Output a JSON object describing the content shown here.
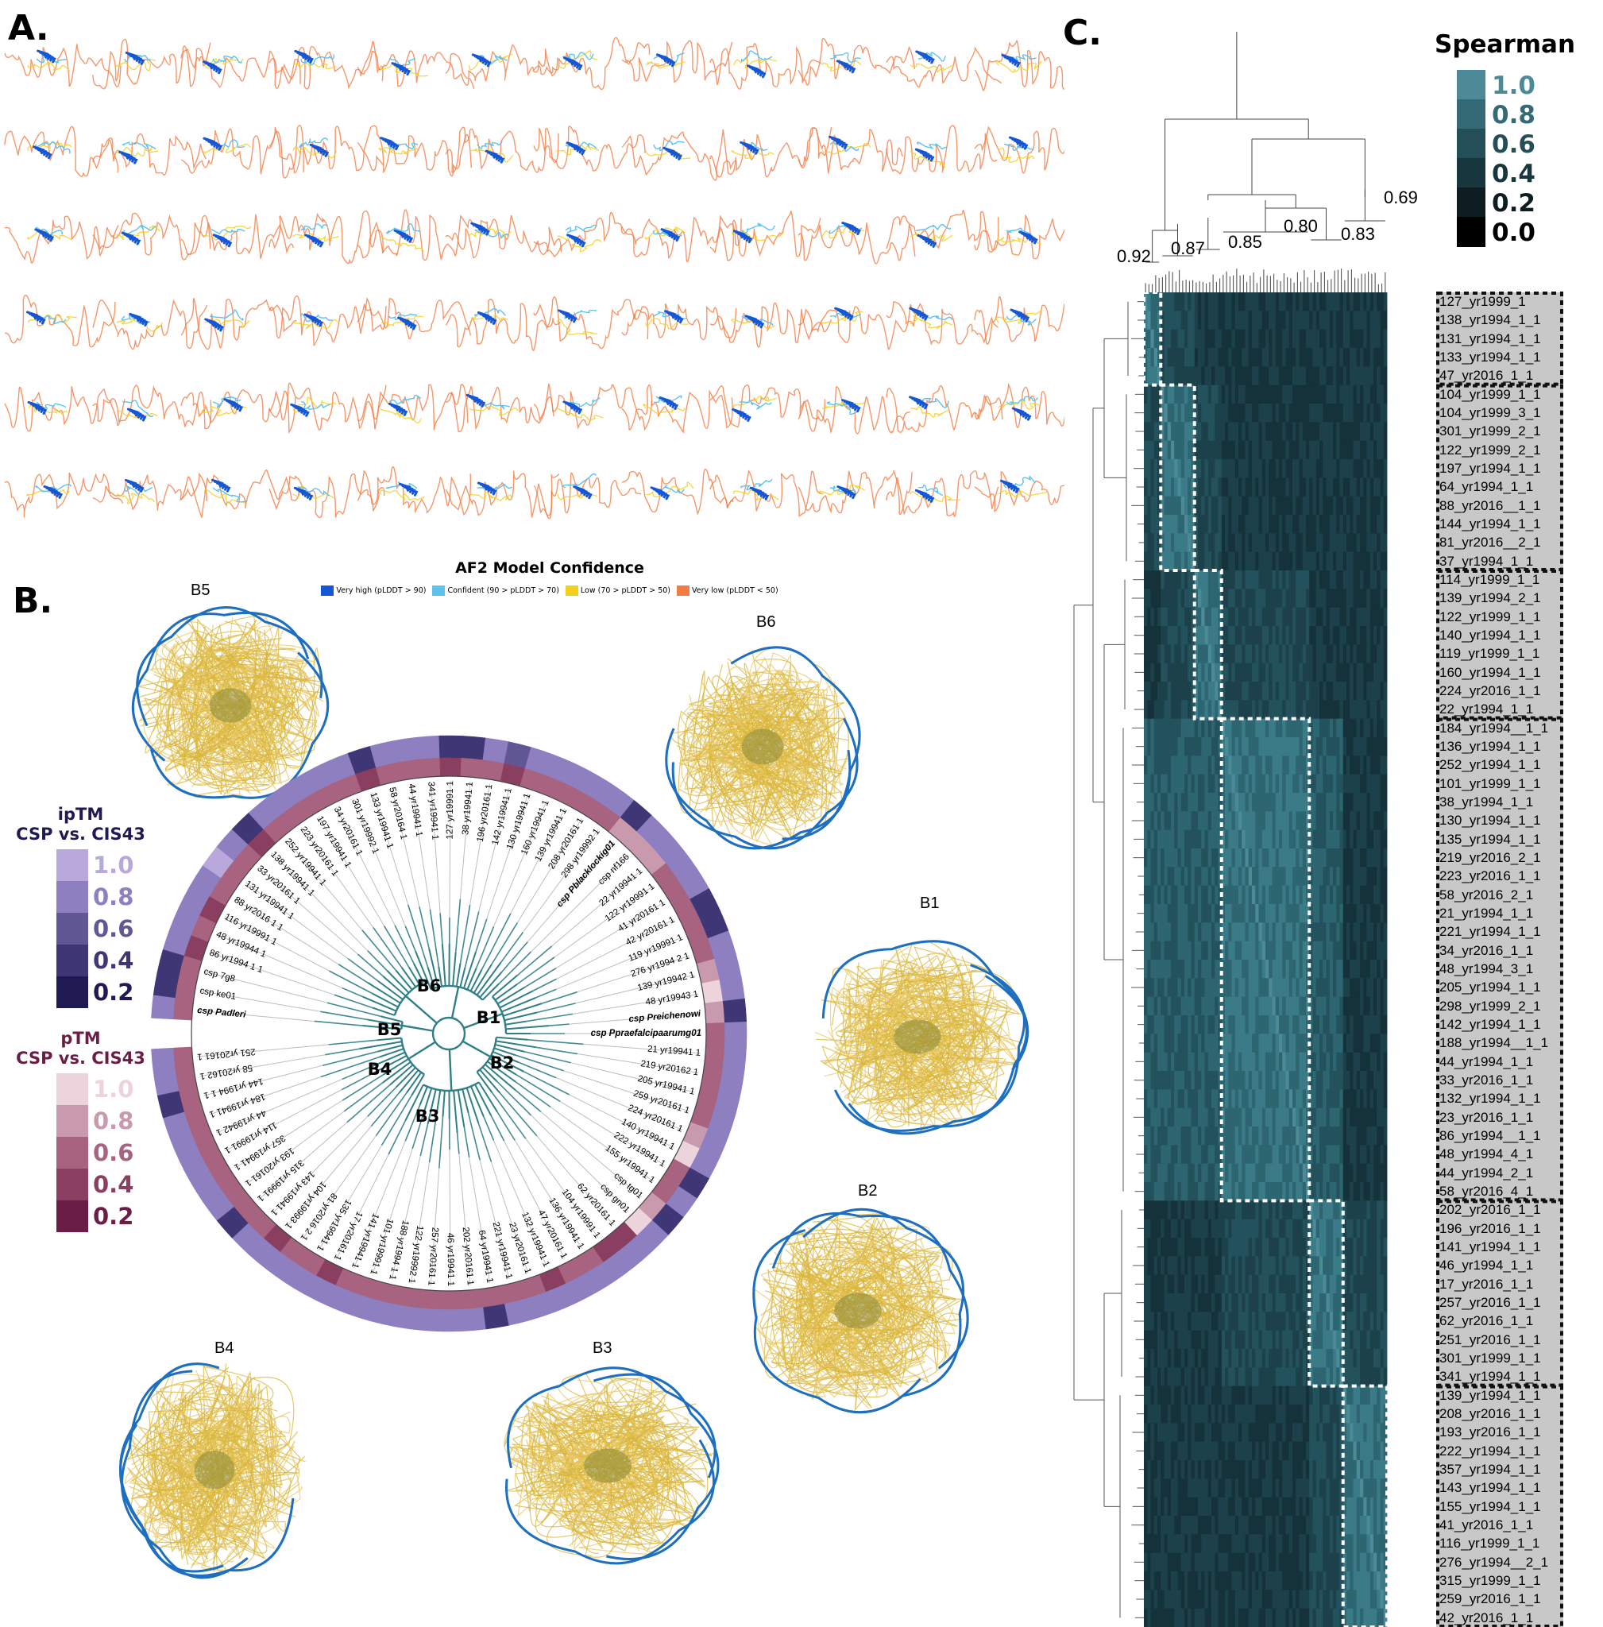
{
  "panels": {
    "a": "A.",
    "b": "B.",
    "c": "C."
  },
  "af2_legend": {
    "title": "AF2 Model Confidence",
    "items": [
      {
        "label": "Very high (pLDDT > 90)",
        "color": "#1557d4"
      },
      {
        "label": "Confident (90 > pLDDT > 70)",
        "color": "#5ec2ef"
      },
      {
        "label": "Low (70 > pLDDT > 50)",
        "color": "#f4cf1c"
      },
      {
        "label": "Very low (pLDDT < 50)",
        "color": "#f47c44"
      }
    ]
  },
  "clusters": [
    "B1",
    "B2",
    "B3",
    "B4",
    "B5",
    "B6"
  ],
  "structure_labels": {
    "b5": "B5",
    "b6": "B6",
    "b1": "B1",
    "b2": "B2",
    "b3": "B3",
    "b4": "B4"
  },
  "iptm_scale": {
    "title_line1": "ipTM",
    "title_line2": "CSP vs. CIS43",
    "title_color": "#1f1a52",
    "levels": [
      "1.0",
      "0.8",
      "0.6",
      "0.4",
      "0.2"
    ],
    "colors": [
      "#b9a8dc",
      "#8d7fc0",
      "#615795",
      "#3f3675",
      "#1f1a52"
    ]
  },
  "ptm_scale": {
    "title_line1": "pTM",
    "title_line2": "CSP vs. CIS43",
    "title_color": "#6b1e45",
    "levels": [
      "1.0",
      "0.8",
      "0.6",
      "0.4",
      "0.2"
    ],
    "colors": [
      "#ecd3dc",
      "#c99aae",
      "#a7637f",
      "#8a3f61",
      "#6b1e45"
    ]
  },
  "tree_leaves": [
    "csp Padleri",
    "csp ke01",
    "csp 7g8",
    "86 yr1994 1 1",
    "48 yr19944 1",
    "116 yr19991 1",
    "88 yr2016 1 1",
    "131 yr19941 1",
    "33 yr20161 1",
    "138 yr19941 1",
    "252 yr19941 1",
    "223 yr20161 1",
    "197 yr19941 1",
    "34 yr20161 1",
    "301 yr19992 1",
    "133 yr19941 1",
    "58 yr20164 1",
    "44 yr19941 1",
    "341 yr19941 1",
    "127 yr19991 1",
    "38 yr19941 1",
    "196 yr20161 1",
    "142 yr19941 1",
    "130 yr19941 1",
    "160 yr19941 1",
    "139 yr19941 1",
    "208 yr20161 1",
    "298 yr19992 1",
    "csp Pblacklockig01",
    "csp nf166",
    "22 yr19941 1",
    "122 yr19991 1",
    "41 yr20161 1",
    "42 yr20161 1",
    "119 yr19991 1",
    "276 yr1994 2 1",
    "139 yr19942 1",
    "48 yr19943 1",
    "csp Preichenowi",
    "csp Ppraefalcipaarumg01",
    "21 yr19941 1",
    "219 yr20162 1",
    "205 yr19941 1",
    "259 yr20161 1",
    "224 yr20161 1",
    "140 yr19941 1",
    "222 yr19941 1",
    "155 yr19941 1",
    "csp tg01",
    "csp gn01",
    "62 yr20161 1",
    "104 yr19991 1",
    "136 yr19941 1",
    "47 yr20161 1",
    "132 yr19941 1",
    "23 yr20161 1",
    "221 yr19941 1",
    "64 yr19941 1",
    "202 yr20161 1",
    "46 yr19941 1",
    "257 yr20161 1",
    "122 yr19992 1",
    "188 yr1994 1 1",
    "101 yr19991 1",
    "141 yr19941 1",
    "17 yr20161 1",
    "135 yr19941 1",
    "81 yr2016 2 1",
    "104 yr19993 1",
    "143 yr19941 1",
    "315 yr19991 1",
    "193 yr20161 1",
    "357 yr19941 1",
    "114 yr19991 1",
    "44 yr19942 1",
    "184 yr19941 1",
    "144 yr1994 1 1",
    "58 yr20162 1",
    "251 yr20161 1"
  ],
  "tree_leaves_bold": [
    "csp Padleri",
    "csp Pblacklockig01",
    "csp Preichenowi",
    "csp Ppraefalcipaarumg01"
  ],
  "ring_inner_ptm_levels": [
    0.6,
    0.5,
    0.45,
    0.3,
    0.55,
    0.25,
    0.5,
    0.6,
    0.45,
    0.35,
    0.4,
    0.45,
    0.5,
    0.55,
    0.45,
    0.35,
    0.5,
    0.45,
    0.4,
    0.3,
    0.45,
    0.5,
    0.2,
    0.45,
    0.4,
    0.5,
    0.45,
    0.55,
    0.8,
    0.7,
    0.65,
    0.6,
    0.5,
    0.55,
    0.45,
    0.6,
    0.75,
    0.9,
    0.65,
    0.5,
    0.45,
    0.55,
    0.6,
    0.5,
    0.7,
    0.95,
    0.45,
    0.4,
    0.85,
    0.9,
    0.3,
    0.25,
    0.45,
    0.5,
    0.35,
    0.4,
    0.45,
    0.5,
    0.55,
    0.4,
    0.45,
    0.5,
    0.45,
    0.5,
    0.4,
    0.3,
    0.45,
    0.5,
    0.35,
    0.55,
    0.45,
    0.5,
    0.4,
    0.45,
    0.5,
    0.55,
    0.6,
    0.5,
    0.55
  ],
  "ring_outer_iptm_levels": [
    0.75,
    0.3,
    0.25,
    0.8,
    0.85,
    0.8,
    0.85,
    0.9,
    0.85,
    0.3,
    0.85,
    0.8,
    0.85,
    0.75,
    0.8,
    0.2,
    0.8,
    0.75,
    0.85,
    0.25,
    0.3,
    0.85,
    0.6,
    0.75,
    0.8,
    0.85,
    0.8,
    0.75,
    0.2,
    0.85,
    0.8,
    0.75,
    0.85,
    0.25,
    0.3,
    0.8,
    0.85,
    0.75,
    0.25,
    0.8,
    0.85,
    0.8,
    0.75,
    0.85,
    0.8,
    0.7,
    0.25,
    0.8,
    0.2,
    0.85,
    0.75,
    0.8,
    0.85,
    0.8,
    0.85,
    0.75,
    0.8,
    0.25,
    0.8,
    0.85,
    0.75,
    0.8,
    0.85,
    0.8,
    0.75,
    0.85,
    0.8,
    0.85,
    0.75,
    0.8,
    0.2,
    0.85,
    0.8,
    0.75,
    0.85,
    0.8,
    0.2,
    0.85,
    0.8
  ],
  "spearman": {
    "title": "Spearman",
    "levels": [
      "1.0",
      "0.8",
      "0.6",
      "0.4",
      "0.2",
      "0.0"
    ],
    "colors": [
      "#4b8a96",
      "#336a76",
      "#244f59",
      "#18363e",
      "#0d1d22",
      "#000000"
    ],
    "label_colors": [
      "#4b8a96",
      "#336a76",
      "#244f59",
      "#18363e",
      "#0d1d22",
      "#000000"
    ]
  },
  "dendro_node_labels": [
    "0.92",
    "0.87",
    "0.85",
    "0.80",
    "0.83",
    "0.69"
  ],
  "heatmap_rows": [
    "127_yr1999_1",
    "138_yr1994_1_1",
    "131_yr1994_1_1",
    "133_yr1994_1_1",
    "47_yr2016_1_1",
    "104_yr1999_1_1",
    "104_yr1999_3_1",
    "301_yr1999_2_1",
    "122_yr1999_2_1",
    "197_yr1994_1_1",
    "64_yr1994_1_1",
    "88_yr2016__1_1",
    "144_yr1994_1_1",
    "81_yr2016__2_1",
    "37_yr1994_1_1",
    "114_yr1999_1_1",
    "139_yr1994_2_1",
    "122_yr1999_1_1",
    "140_yr1994_1_1",
    "119_yr1999_1_1",
    "160_yr1994_1_1",
    "224_yr2016_1_1",
    "22_yr1994_1_1",
    "184_yr1994__1_1",
    "136_yr1994_1_1",
    "252_yr1994_1_1",
    "101_yr1999_1_1",
    "38_yr1994_1_1",
    "130_yr1994_1_1",
    "135_yr1994_1_1",
    "219_yr2016_2_1",
    "223_yr2016_1_1",
    "58_yr2016_2_1",
    "21_yr1994_1_1",
    "221_yr1994_1_1",
    "34_yr2016_1_1",
    "48_yr1994_3_1",
    "205_yr1994_1_1",
    "298_yr1999_2_1",
    "142_yr1994_1_1",
    "188_yr1994__1_1",
    "44_yr1994_1_1",
    "33_yr2016_1_1",
    "132_yr1994_1_1",
    "23_yr2016_1_1",
    "86_yr1994__1_1",
    "48_yr1994_4_1",
    "44_yr1994_2_1",
    "58_yr2016_4_1",
    "202_yr2016_1_1",
    "196_yr2016_1_1",
    "141_yr1994_1_1",
    "46_yr1994_1_1",
    "17_yr2016_1_1",
    "257_yr2016_1_1",
    "62_yr2016_1_1",
    "251_yr2016_1_1",
    "301_yr1999_1_1",
    "341_yr1994_1_1",
    "139_yr1994_1_1",
    "208_yr2016_1_1",
    "193_yr2016_1_1",
    "222_yr1994_1_1",
    "357_yr1994_1_1",
    "143_yr1994_1_1",
    "155_yr1994_1_1",
    "41_yr2016_1_1",
    "116_yr1999_1_1",
    "276_yr1994__2_1",
    "315_yr1999_1_1",
    "259_yr2016_1_1",
    "42_yr2016_1_1"
  ],
  "heatmap_blocks": [
    5,
    10,
    8,
    26,
    10,
    13
  ]
}
